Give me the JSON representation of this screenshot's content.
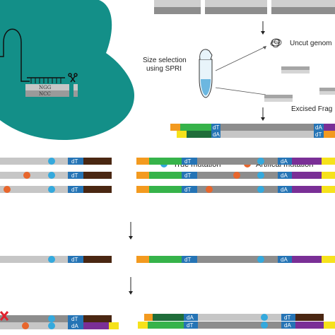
{
  "labels": {
    "size_selection_line1": "Size selection",
    "size_selection_line2": "using SPRI",
    "uncut_genomic": "Uncut genom",
    "excised_fragment": "Excised Frag",
    "true_mutation": "True mutation",
    "artificial_mutation": "Artifical mutation",
    "ngg": "NGG",
    "ncc": "NCC",
    "dT": "dT",
    "dA": "dA"
  },
  "colors": {
    "teal": "#138f88",
    "light_gray": "#c6c6c6",
    "mid_gray": "#8d8d8d",
    "dark_gray": "#6b6b6b",
    "orange": "#f39a1f",
    "yellow": "#f6e21b",
    "green": "#36b34a",
    "dark_green": "#1f6d3a",
    "blue": "#2574b5",
    "brown": "#4a2712",
    "purple": "#7a2f96",
    "true_mutation": "#34a9dd",
    "artificial_mutation": "#e8662c"
  },
  "icons": [
    "scissors-icon",
    "tube-icon",
    "arrow-down-icon",
    "cut-mark-icon"
  ]
}
